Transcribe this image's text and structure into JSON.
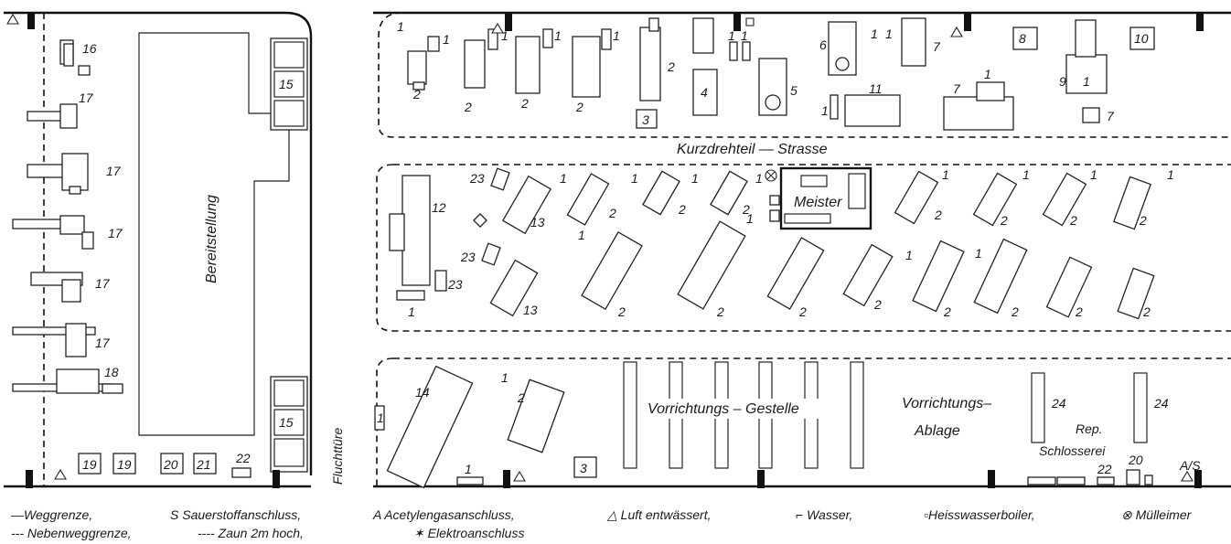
{
  "areas": {
    "bereitstellung": "Bereitstellung",
    "kurzdrehteil": "Kurzdrehteil — Strasse",
    "meister": "Meister",
    "vorrichtungs_gestelle": "Vorrichtungs – Gestelle",
    "vorrichtungs_ablage_1": "Vorrichtungs–",
    "vorrichtungs_ablage_2": "Ablage",
    "rep": "Rep.",
    "schlosserei": "Schlosserei",
    "fluchttuere": "Fluchttüre",
    "as": "A/S"
  },
  "machine_numbers": {
    "n1": "1",
    "n2": "2",
    "n3": "3",
    "n4": "4",
    "n5": "5",
    "n6": "6",
    "n7": "7",
    "n8": "8",
    "n9": "9",
    "n10": "10",
    "n11": "11",
    "n12": "12",
    "n13": "13",
    "n14": "14",
    "n15": "15",
    "n16": "16",
    "n17": "17",
    "n18": "18",
    "n19": "19",
    "n20": "20",
    "n21": "21",
    "n22": "22",
    "n23": "23",
    "n24": "24"
  },
  "legend": {
    "weggrenze": "—Weggrenze,",
    "sauerstoff": "S  Sauerstoffanschluss,",
    "acetylen": "A  Acetylengasanschluss,",
    "luft": "△ Luft entwässert,",
    "wasser": "⌐ Wasser,",
    "heisswasser": "▫Heisswasserboiler,",
    "muelleimer": "⊗ Mülleimer",
    "nebenweggrenze": "--- Nebenweggrenze,",
    "zaun": "---- Zaun  2m hoch,",
    "elektro": "✶ Elektroanschluss"
  }
}
